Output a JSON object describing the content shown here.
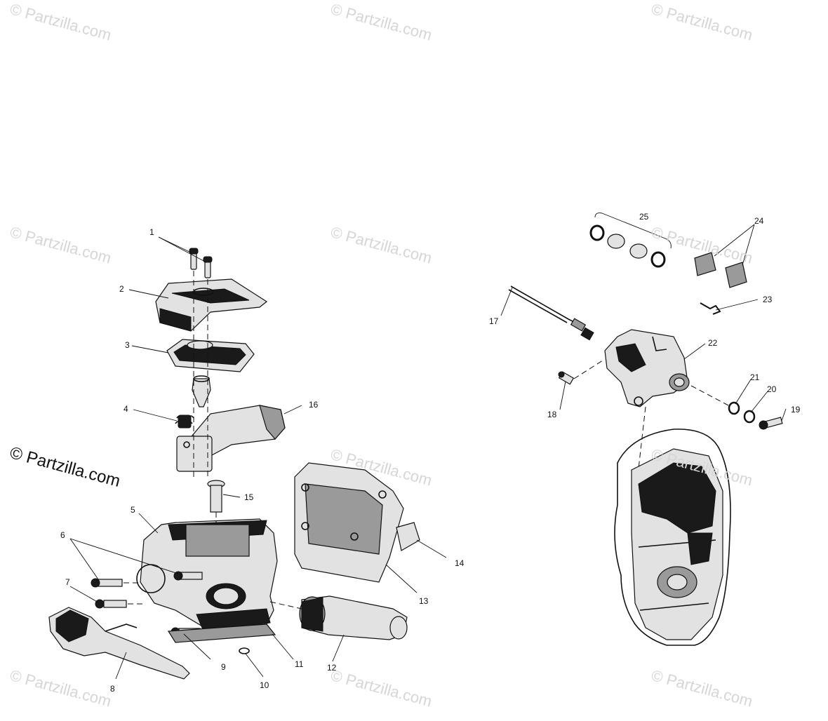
{
  "watermark": {
    "text": "© Partzilla.com",
    "primary_text": "© Partzilla.com"
  },
  "callouts": [
    {
      "id": "1",
      "label": "1"
    },
    {
      "id": "2",
      "label": "2"
    },
    {
      "id": "3",
      "label": "3"
    },
    {
      "id": "4",
      "label": "4"
    },
    {
      "id": "5",
      "label": "5"
    },
    {
      "id": "6",
      "label": "6"
    },
    {
      "id": "7",
      "label": "7"
    },
    {
      "id": "8",
      "label": "8"
    },
    {
      "id": "9",
      "label": "9"
    },
    {
      "id": "10",
      "label": "10"
    },
    {
      "id": "11",
      "label": "11"
    },
    {
      "id": "12",
      "label": "12"
    },
    {
      "id": "13",
      "label": "13"
    },
    {
      "id": "14",
      "label": "14"
    },
    {
      "id": "15",
      "label": "15"
    },
    {
      "id": "16",
      "label": "16"
    },
    {
      "id": "17",
      "label": "17"
    },
    {
      "id": "18",
      "label": "18"
    },
    {
      "id": "19",
      "label": "19"
    },
    {
      "id": "20",
      "label": "20"
    },
    {
      "id": "21",
      "label": "21"
    },
    {
      "id": "22",
      "label": "22"
    },
    {
      "id": "23",
      "label": "23"
    },
    {
      "id": "24",
      "label": "24"
    },
    {
      "id": "25",
      "label": "25"
    }
  ]
}
